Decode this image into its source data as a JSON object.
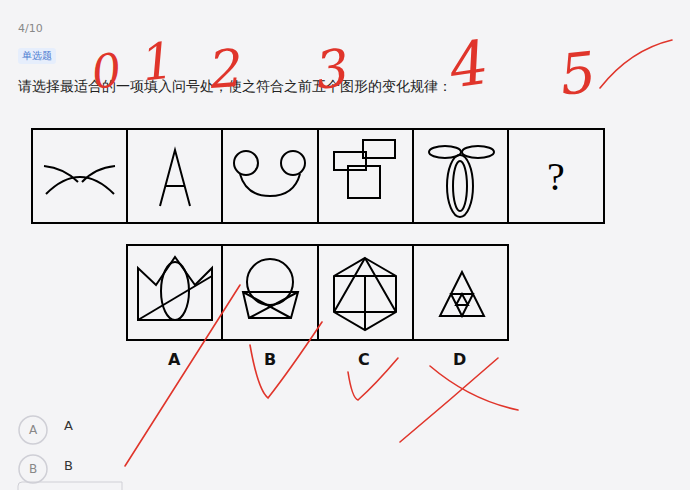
{
  "diagram": {
    "nodes": [
      {
        "text": [
          "单选题"
        ]
      },
      {
        "text": [
          "?"
        ]
      },
      {
        "text": [
          "A"
        ]
      },
      {
        "text": [
          "B"
        ]
      }
    ],
    "labels": [
      "4/10",
      "请选择最适合的一项填入问号处，使之符合之前五个图形的变化规律：",
      "A",
      "B",
      "C",
      "D",
      "A",
      "B",
      "0",
      "1",
      "2",
      "3",
      "4",
      "5"
    ]
  }
}
